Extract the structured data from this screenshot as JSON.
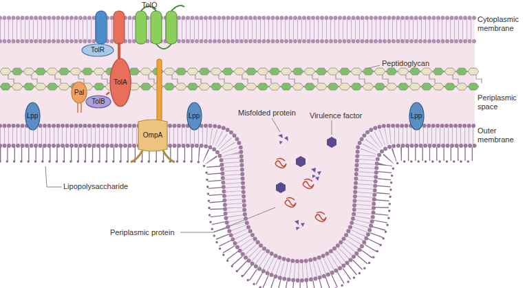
{
  "diagram": {
    "nodes": [
      {
        "text": [
          "TolR"
        ]
      },
      {
        "text": [
          "TolA"
        ]
      },
      {
        "text": [
          "Pal"
        ]
      },
      {
        "text": [
          "TolB"
        ]
      },
      {
        "text": [
          "OmpA"
        ]
      },
      {
        "text": [
          "Lpp"
        ]
      },
      {
        "text": [
          "Lpp"
        ]
      },
      {
        "text": [
          "Lpp"
        ]
      }
    ],
    "edges": [
      {
        "from": 1,
        "to": 3,
        "arrow": "none"
      }
    ],
    "labels": [
      "TolQ",
      "Cytoplasmic membrane",
      "Peptidoglycan",
      "Periplasmic space",
      "Misfolded protein",
      "Virulence factor",
      "Outer membrane",
      "Lipopolysaccharide",
      "Periplasmic protein"
    ]
  }
}
